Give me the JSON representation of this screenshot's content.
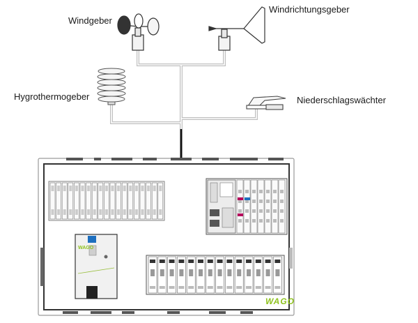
{
  "labels": {
    "windgeber": "Windgeber",
    "windrichtungsgeber": "Windrichtungsgeber",
    "hygrothermogeber": "Hygrothermogeber",
    "niederschlagswaechter": "Niederschlagswächter"
  },
  "brand": {
    "cabinet_logo": "WAGO",
    "module_logo": "WAGO"
  },
  "colors": {
    "line": "#bfbfbf",
    "cable": "#111111",
    "device_outline": "#333333",
    "module_blue": "#1d6fbf",
    "brand_green": "#8ec21c"
  }
}
